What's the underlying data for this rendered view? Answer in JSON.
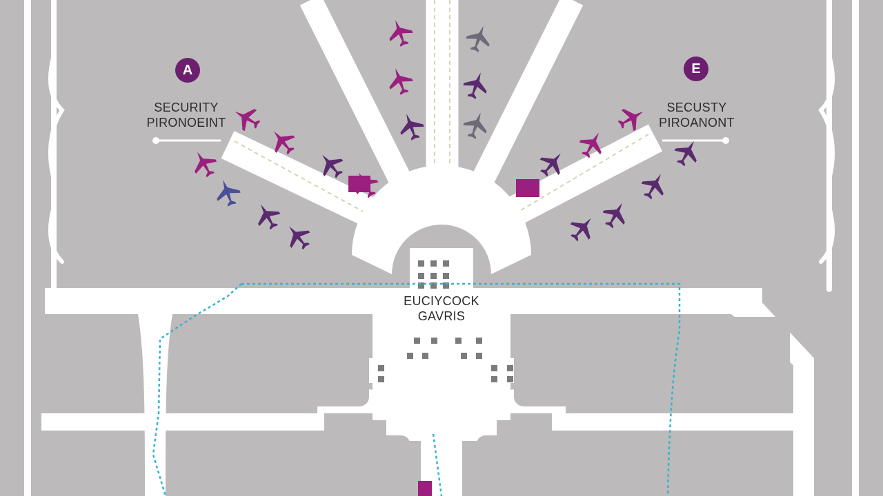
{
  "map": {
    "colors": {
      "background": "#c9c7c8",
      "ground": "#bdbabb",
      "pavement": "#ffffff",
      "route": "#35b3cc",
      "plane_magenta": "#9b1f7e",
      "plane_purple": "#5a2a6e",
      "plane_blue": "#4a4f9a",
      "plane_grey": "#6f6a78",
      "badge": "#6b1f6e"
    },
    "terminals": [
      {
        "id": "A",
        "label": "A"
      },
      {
        "id": "E",
        "label": "E"
      }
    ],
    "checkpoints": [
      {
        "side": "left",
        "line1": "SECURITY",
        "line2": "PIRONOEINT"
      },
      {
        "side": "right",
        "line1": "SECUSTY",
        "line2": "PIROANONT"
      }
    ],
    "central": {
      "line1": "EUCIYCOCK",
      "line2": "GAVRIS"
    },
    "aircraft": [
      {
        "gate": "center-left",
        "color": "plane_magenta"
      },
      {
        "gate": "center-left",
        "color": "plane_magenta"
      },
      {
        "gate": "center-left",
        "color": "plane_purple"
      },
      {
        "gate": "center-right",
        "color": "plane_grey"
      },
      {
        "gate": "center-right",
        "color": "plane_purple"
      },
      {
        "gate": "center-right",
        "color": "plane_grey"
      },
      {
        "gate": "left-pier",
        "color": "plane_magenta"
      },
      {
        "gate": "left-pier",
        "color": "plane_magenta"
      },
      {
        "gate": "left-pier",
        "color": "plane_magenta"
      },
      {
        "gate": "left-pier",
        "color": "plane_purple"
      },
      {
        "gate": "left-pier",
        "color": "plane_magenta"
      },
      {
        "gate": "left-pier",
        "color": "plane_blue"
      },
      {
        "gate": "left-pier",
        "color": "plane_purple"
      },
      {
        "gate": "left-pier",
        "color": "plane_purple"
      },
      {
        "gate": "right-pier",
        "color": "plane_magenta"
      },
      {
        "gate": "right-pier",
        "color": "plane_magenta"
      },
      {
        "gate": "right-pier",
        "color": "plane_purple"
      },
      {
        "gate": "right-pier",
        "color": "plane_purple"
      },
      {
        "gate": "right-pier",
        "color": "plane_purple"
      },
      {
        "gate": "right-pier",
        "color": "plane_purple"
      },
      {
        "gate": "right-pier",
        "color": "plane_purple"
      }
    ]
  }
}
